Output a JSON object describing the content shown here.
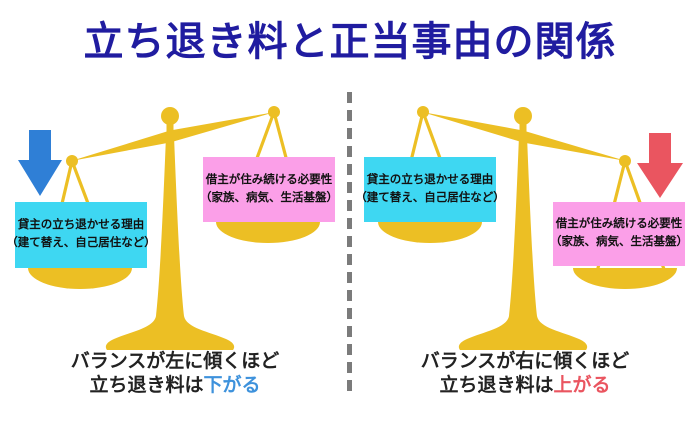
{
  "title": "立ち退き料と正当事由の関係",
  "colors": {
    "title_navy": "#201CA0",
    "scale_gold": "#ECBF24",
    "box_cyan": "#3ED7F2",
    "box_pink": "#FB9FE8",
    "arrow_blue": "#2F7FD6",
    "arrow_red": "#EA5560",
    "caption_text": "#222222",
    "highlight_down_blue": "#3E92DC",
    "highlight_up_red": "#EA5560",
    "divider_gray": "#7b7b7b"
  },
  "left": {
    "arrow_icon": "down-arrow-blue",
    "landlord_box": {
      "line1": "貸主の立ち退かせる理由",
      "line2": "（建て替え、自己居住など）"
    },
    "tenant_box": {
      "line1": "借主が住み続ける必要性",
      "line2": "（家族、病気、生活基盤）"
    },
    "caption": {
      "line1": "バランスが左に傾くほど",
      "line2_prefix": "立ち退き料は",
      "line2_highlight": "下がる"
    }
  },
  "right": {
    "arrow_icon": "down-arrow-red",
    "landlord_box": {
      "line1": "貸主の立ち退かせる理由",
      "line2": "（建て替え、自己居住など）"
    },
    "tenant_box": {
      "line1": "借主が住み続ける必要性",
      "line2": "（家族、病気、生活基盤）"
    },
    "caption": {
      "line1": "バランスが右に傾くほど",
      "line2_prefix": "立ち退き料は",
      "line2_highlight": "上がる"
    }
  }
}
